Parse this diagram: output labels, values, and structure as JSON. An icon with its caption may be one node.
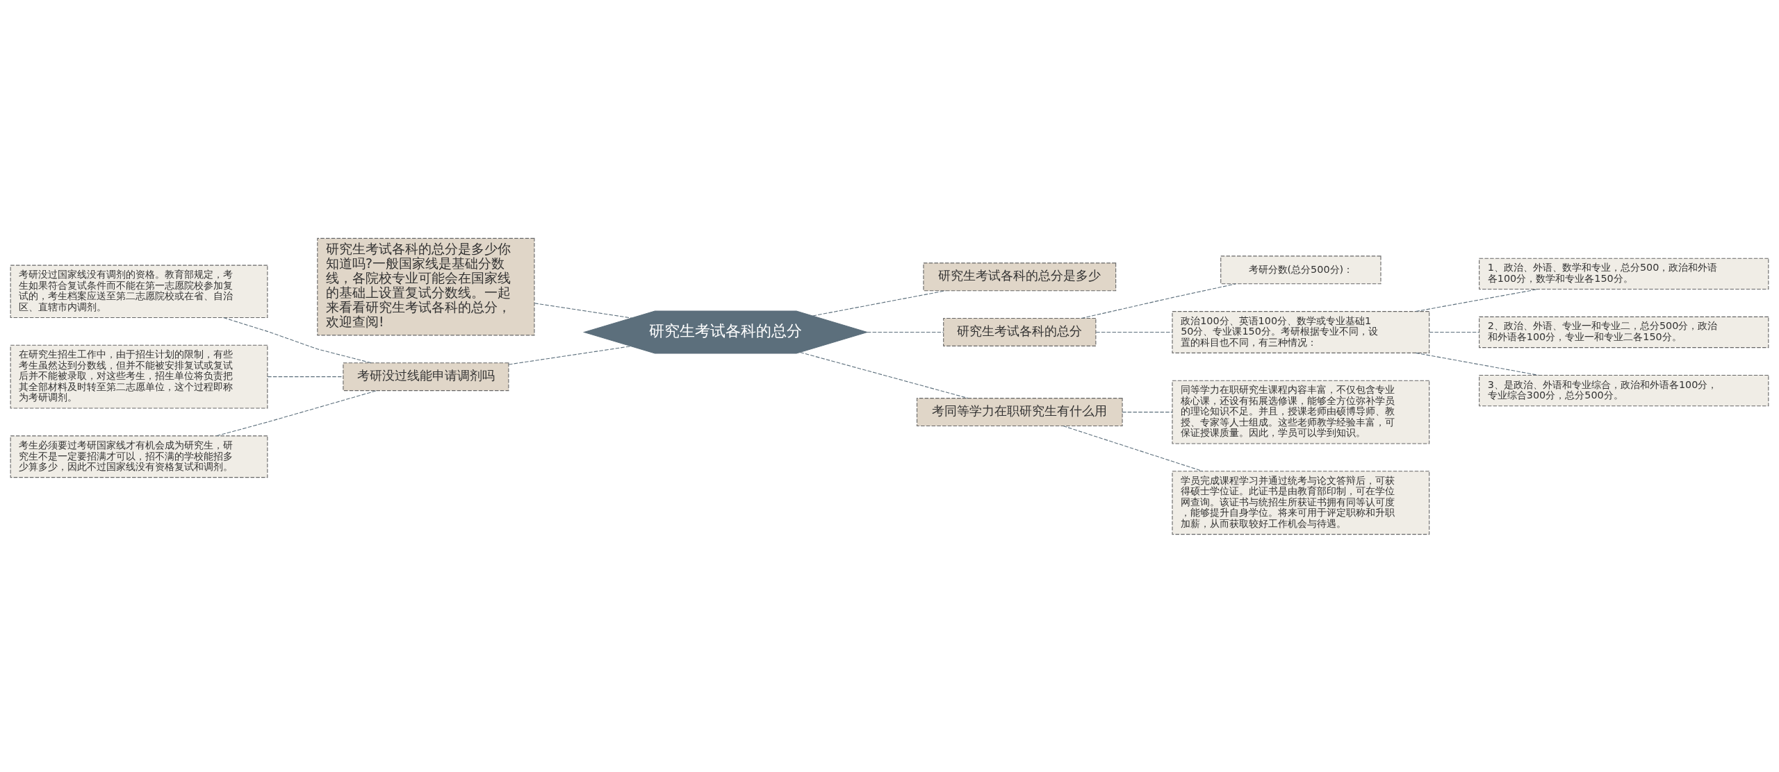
{
  "diagram": {
    "nodes": [
      {
        "text": [
          "研究生考试各科的总分"
        ]
      },
      {
        "text": [
          "研究生考试各科的总分是多少你知道吗?一般国家线是基础分数线，各院校专业可能会在国家线的基础上设置复试分数线。一起来看看研究生考试各科的总分，欢迎查阅!"
        ]
      },
      {
        "text": [
          "考研没过线能申请调剂吗"
        ]
      },
      {
        "text": [
          "考研没过国家线没有调剂的资格。教育部规定，考生如果符合复试条件而不能在第一志愿院校参加复试的，考生档案应送至第二志愿院校或在省、自治区、直辖市内调剂。"
        ]
      },
      {
        "text": [
          "在研究生招生工作中，由于招生计划的限制，有些考生虽然达到分数线，但并不能被安排复试或复试后并不能被录取，对这些考生，招生单位将负责把其全部材料及时转至第二志愿单位，这个过程即称为考研调剂。"
        ]
      },
      {
        "text": [
          "考生必须要过考研国家线才有机会成为研究生，研究生不是一定要招满才可以，招不满的学校能招多少算多少，因此不过国家线没有资格复试和调剂。"
        ]
      },
      {
        "text": [
          "研究生考试各科的总分是多少"
        ]
      },
      {
        "text": [
          "研究生考试各科的总分"
        ]
      },
      {
        "text": [
          "考研分数(总分500分)："
        ]
      },
      {
        "text": [
          "政治100分、英语100分、数学或专业基础150分、专业课150分。考研根据专业不同，设置的科目也不同，有三种情况："
        ]
      },
      {
        "text": [
          "1、政治、外语、数学和专业，总分500，政治和外语各100分，数学和专业各150分。"
        ]
      },
      {
        "text": [
          "2、政治、外语、专业一和专业二，总分500分，政治和外语各100分，专业一和专业二各150分。"
        ]
      },
      {
        "text": [
          "3、是政治、外语和专业综合，政治和外语各100分，专业综合300分，总分500分。"
        ]
      },
      {
        "text": [
          "考同等学力在职研究生有什么用"
        ]
      },
      {
        "text": [
          "同等学力在职研究生课程内容丰富，不仅包含专业核心课，还设有拓展选修课，能够全方位弥补学员的理论知识不足。并且，授课老师由硕博导师、教授、专家等人士组成。这些老师教学经验丰富，可保证授课质量。因此，学员可以学到知识。"
        ]
      },
      {
        "text": [
          "学员完成课程学习并通过统考与论文答辩后，可获得硕士学位证。此证书是由教育部印制，可在学位网查询。该证书与统招生所获证书拥有同等认可度，能够提升自身学位。将来可用于评定职称和升职加薪，从而获取较好工作机会与待遇。"
        ]
      }
    ],
    "edges": [
      {
        "from": 0,
        "to": 1,
        "arrow": "none"
      },
      {
        "from": 0,
        "to": 2,
        "arrow": "none"
      },
      {
        "from": 2,
        "to": 3,
        "arrow": "none"
      },
      {
        "from": 2,
        "to": 4,
        "arrow": "none"
      },
      {
        "from": 2,
        "to": 5,
        "arrow": "none"
      },
      {
        "from": 0,
        "to": 6,
        "arrow": "none"
      },
      {
        "from": 0,
        "to": 7,
        "arrow": "none"
      },
      {
        "from": 7,
        "to": 8,
        "arrow": "none"
      },
      {
        "from": 7,
        "to": 9,
        "arrow": "none"
      },
      {
        "from": 9,
        "to": 10,
        "arrow": "none"
      },
      {
        "from": 9,
        "to": 11,
        "arrow": "none"
      },
      {
        "from": 9,
        "to": 12,
        "arrow": "none"
      },
      {
        "from": 0,
        "to": 13,
        "arrow": "none"
      },
      {
        "from": 13,
        "to": 14,
        "arrow": "none"
      },
      {
        "from": 13,
        "to": 15,
        "arrow": "none"
      }
    ]
  }
}
